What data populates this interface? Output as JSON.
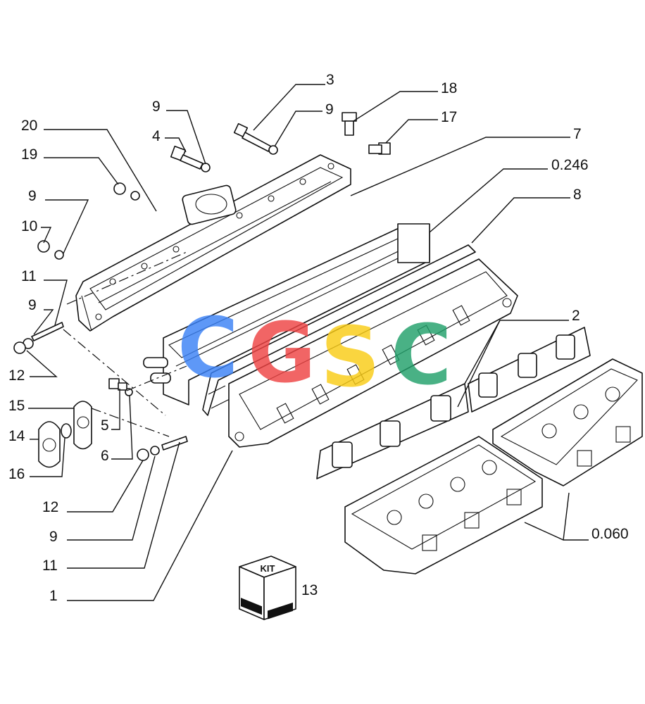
{
  "callouts": {
    "c3": "3",
    "c18": "18",
    "c9a": "9",
    "c9b": "9",
    "c17": "17",
    "c4": "4",
    "c20": "20",
    "c19": "19",
    "c7": "7",
    "c0246": "0.246",
    "c9c": "9",
    "c8": "8",
    "c10": "10",
    "c11a": "11",
    "c9d": "9",
    "c2": "2",
    "c12a": "12",
    "c15": "15",
    "c5": "5",
    "c14": "14",
    "c6": "6",
    "c16": "16",
    "c12b": "12",
    "c0060": "0.060",
    "c9e": "9",
    "c11b": "11",
    "c1": "1",
    "c13": "13"
  },
  "kit": {
    "label": "KIT"
  },
  "watermark": {
    "letters": [
      "C",
      "G",
      "S",
      "C"
    ],
    "colors": [
      "#3b82f6",
      "#ef4444",
      "#facc15",
      "#22a06b"
    ]
  }
}
